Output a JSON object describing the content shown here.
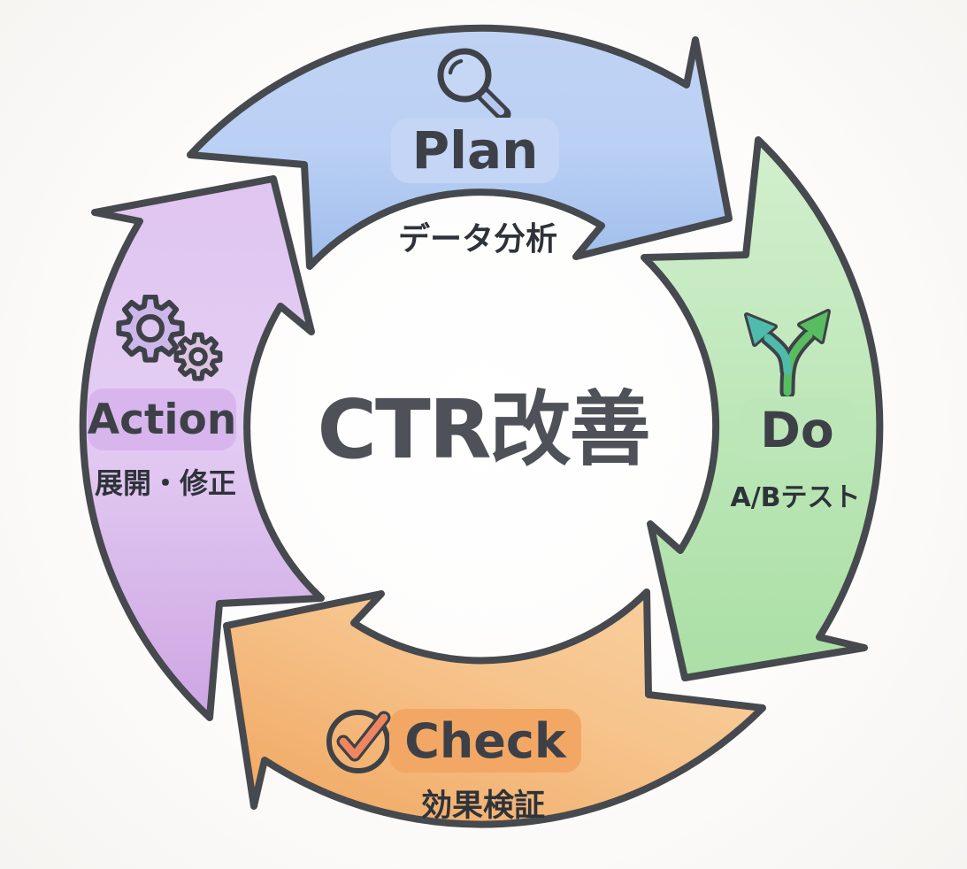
{
  "title": "CTR改善",
  "diagram_type": "pdca-cycle",
  "steps": [
    {
      "id": "plan",
      "label": "Plan",
      "subtitle": "データ分析",
      "icon": "magnifier-icon",
      "arrow_color": "#a9c5ef",
      "badge_color": "#c4d5f5",
      "position": "top"
    },
    {
      "id": "do",
      "label": "Do",
      "subtitle": "A/Bテスト",
      "icon": "branch-arrows-icon",
      "arrow_color": "#bce4b6",
      "badge_color": "#bde6b8",
      "position": "right"
    },
    {
      "id": "check",
      "label": "Check",
      "subtitle": "効果検証",
      "icon": "checkmark-circle-icon",
      "arrow_color": "#f5bc85",
      "badge_color": "#f3a765",
      "position": "bottom"
    },
    {
      "id": "action",
      "label": "Action",
      "subtitle": "展開・修正",
      "icon": "gears-icon",
      "arrow_color": "#d7b8ec",
      "badge_color": "#d8b6ed",
      "position": "left"
    }
  ],
  "colors": {
    "outline": "#46494e",
    "text_dark": "#3d4147",
    "title_color": "#4e5157",
    "background": "#f7f6f3",
    "branch_left": "#4fbcab",
    "branch_right": "#57bd60",
    "check_coral": "#ef8660"
  }
}
